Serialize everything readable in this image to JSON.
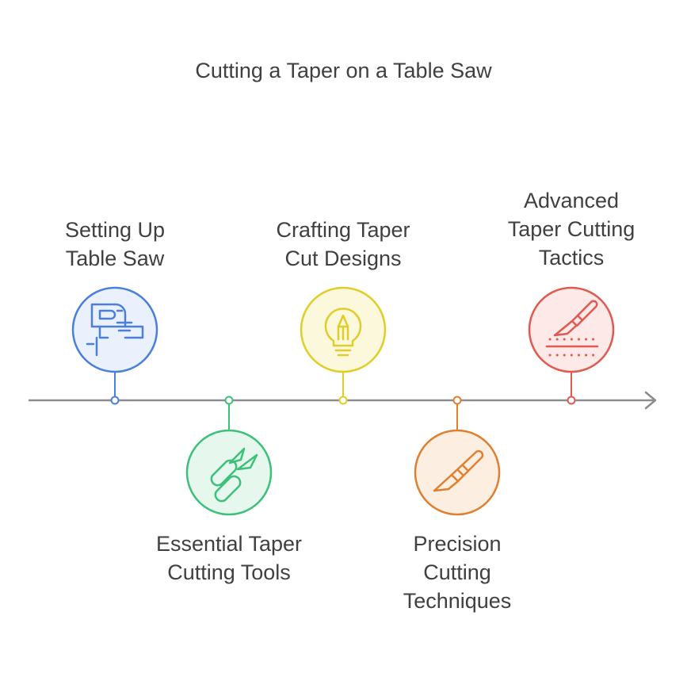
{
  "title": "Cutting a Taper on a Table Saw",
  "steps": [
    {
      "label": "Setting Up\nTable Saw",
      "icon": "jigsaw-icon",
      "color": "#4a7fde",
      "fill": "#ebf1fc"
    },
    {
      "label": "Essential Taper\nCutting Tools",
      "icon": "pruning-shears-icon",
      "color": "#3cc07a",
      "fill": "#e6f8ee"
    },
    {
      "label": "Crafting Taper\nCut Designs",
      "icon": "pencil-bulb-icon",
      "color": "#e0cd2a",
      "fill": "#fbf8db"
    },
    {
      "label": "Precision\nCutting\nTechniques",
      "icon": "scalpel-icon",
      "color": "#e07f2f",
      "fill": "#fcefe2"
    },
    {
      "label": "Advanced\nTaper Cutting\nTactics",
      "icon": "knife-cut-icon",
      "color": "#e05a50",
      "fill": "#fce9e8"
    }
  ],
  "axis_color": "#8c8c8c"
}
